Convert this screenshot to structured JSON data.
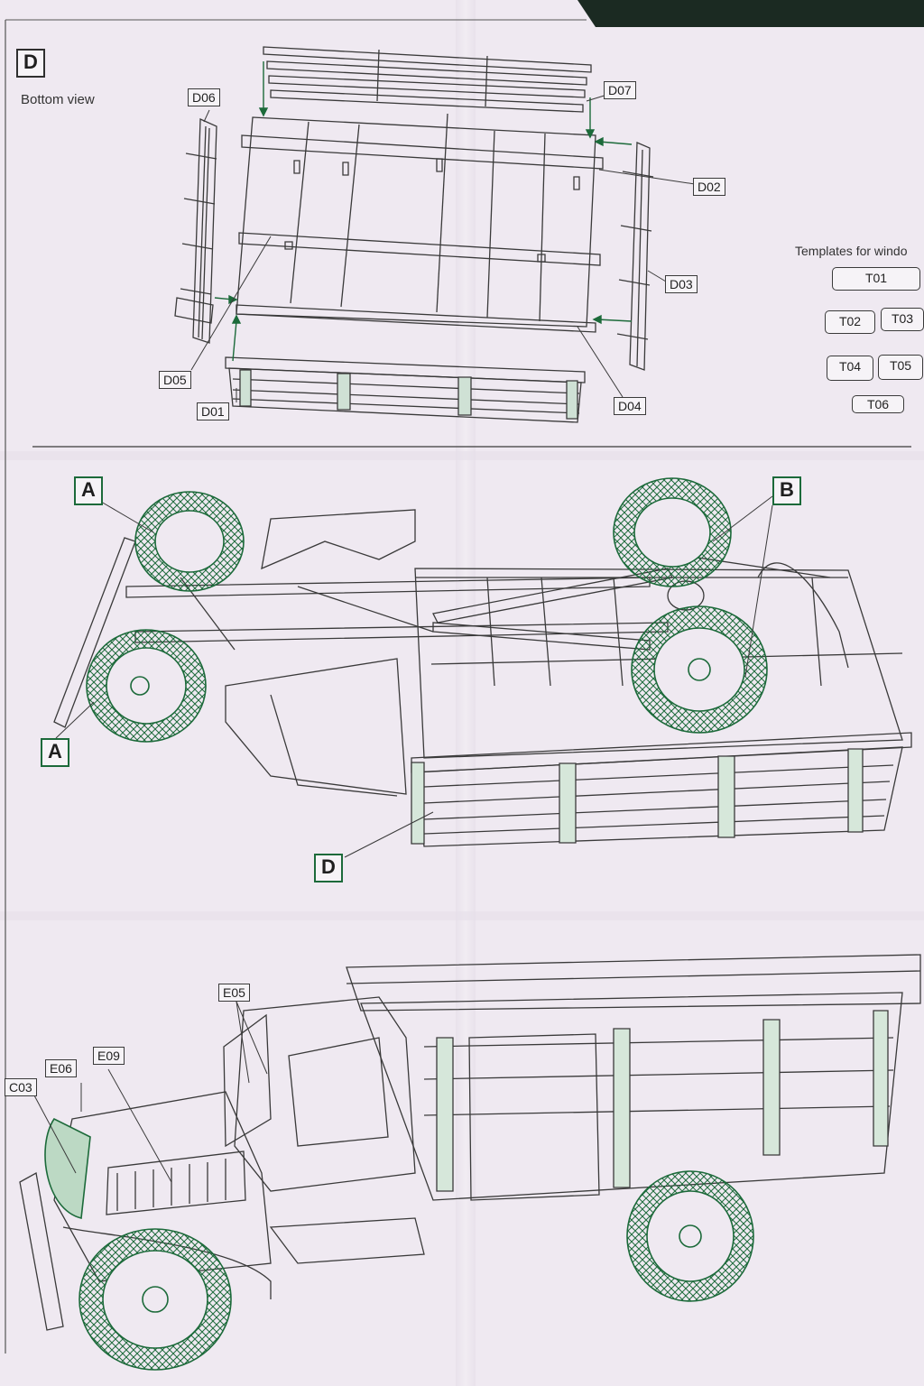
{
  "section_d": {
    "step_label": "D",
    "subtitle": "Bottom view",
    "parts": [
      "D01",
      "D02",
      "D03",
      "D04",
      "D05",
      "D06",
      "D07"
    ]
  },
  "section_assembly": {
    "step_a": "A",
    "step_b": "B",
    "step_d": "D"
  },
  "section_final": {
    "parts": [
      "C03",
      "E05",
      "E06",
      "E09"
    ]
  },
  "templates": {
    "title": "Templates for windo",
    "items": [
      "T01",
      "T02",
      "T03",
      "T04",
      "T05",
      "T06"
    ]
  },
  "colors": {
    "line": "#3a3a3a",
    "accent_green": "#1c6a3a",
    "paper": "#efe9f1"
  }
}
